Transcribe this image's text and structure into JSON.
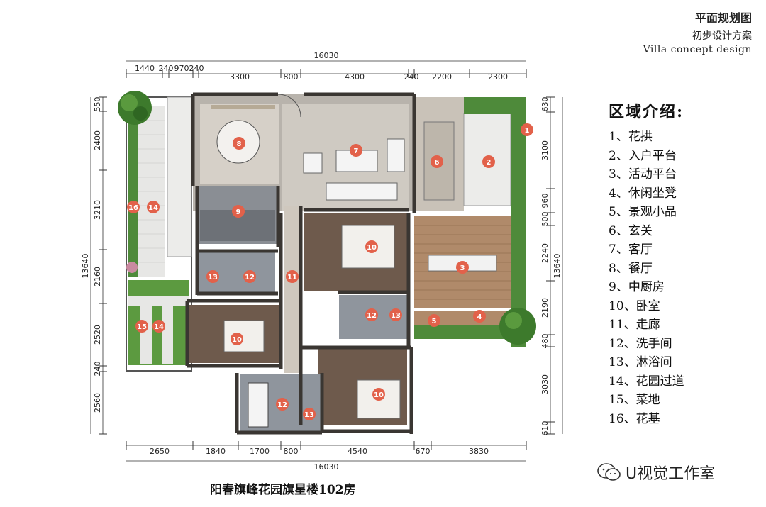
{
  "header": {
    "title": "平面规划图",
    "subtitle": "初步设计方案",
    "english": "Villa  concept design"
  },
  "legend": {
    "title": "区域介绍:",
    "items": [
      "1、花拱",
      "2、入户平台",
      "3、活动平台",
      "4、休闲坐凳",
      "5、景观小品",
      "6、玄关",
      "7、客厅",
      "8、餐厅",
      "9、中厨房",
      "10、卧室",
      "11、走廊",
      "12、洗手间",
      "13、淋浴间",
      "14、花园过道",
      "15、菜地",
      "16、花基"
    ]
  },
  "caption": "阳春旗峰花园旗星楼102房",
  "watermark": "U视觉工作室",
  "dimensions": {
    "top_total": "16030",
    "top": [
      "1440",
      "240",
      "970",
      "240",
      "3300",
      "800",
      "4300",
      "240",
      "2200",
      "2300"
    ],
    "bottom": [
      "2650",
      "1840",
      "1700",
      "800",
      "4540",
      "670",
      "3830"
    ],
    "bottom_total": "16030",
    "left": [
      "550",
      "2400",
      "3210",
      "2160",
      "2520",
      "240",
      "2560"
    ],
    "left_total": "13640",
    "right": [
      "630",
      "3100",
      "960",
      "500",
      "2240",
      "2190",
      "480",
      "3030",
      "610"
    ],
    "right_total": "13640"
  },
  "markers": [
    "1",
    "2",
    "3",
    "4",
    "5",
    "6",
    "7",
    "8",
    "9",
    "10",
    "10",
    "10",
    "11",
    "12",
    "12",
    "12",
    "13",
    "13",
    "13",
    "14",
    "14",
    "15",
    "16"
  ],
  "colors": {
    "marker": "#e2614a",
    "wall": "#3a3632",
    "wood_floor": "#6e5a4c",
    "deck": "#b08a6a",
    "tile": "#9aa0a8",
    "lawn": "#4e8a3a"
  }
}
